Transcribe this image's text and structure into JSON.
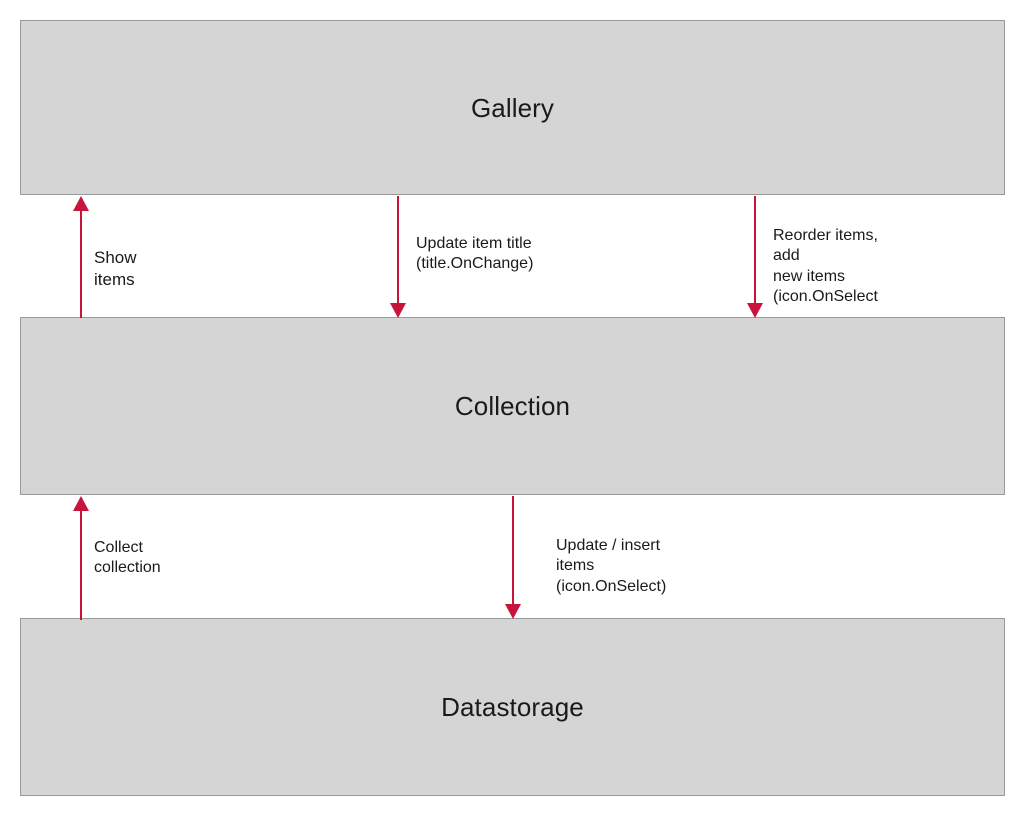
{
  "diagram": {
    "title": "Gallery / Collection / Datastorage data flow",
    "colors": {
      "node_fill": "#d5d5d5",
      "node_border": "#9a9a9a",
      "arrow": "#c8133c",
      "text": "#1a1a1a",
      "background": "#ffffff"
    },
    "nodes": [
      {
        "id": "gallery",
        "label": "Gallery"
      },
      {
        "id": "collection",
        "label": "Collection"
      },
      {
        "id": "datastorage",
        "label": "Datastorage"
      }
    ],
    "edges": [
      {
        "id": "show-items",
        "label": "Show items",
        "from": "collection",
        "to": "gallery",
        "direction": "up"
      },
      {
        "id": "update-item-title",
        "label": "Update item title\n(title.OnChange)",
        "from": "gallery",
        "to": "collection",
        "direction": "down"
      },
      {
        "id": "reorder-items",
        "label": "Reorder items, add\nnew items\n(icon.OnSelect",
        "from": "gallery",
        "to": "collection",
        "direction": "down"
      },
      {
        "id": "collect-collection",
        "label": "Collect\ncollection",
        "from": "datastorage",
        "to": "collection",
        "direction": "up"
      },
      {
        "id": "update-insert-items",
        "label": "Update / insert\nitems\n(icon.OnSelect)",
        "from": "collection",
        "to": "datastorage",
        "direction": "down"
      }
    ]
  }
}
